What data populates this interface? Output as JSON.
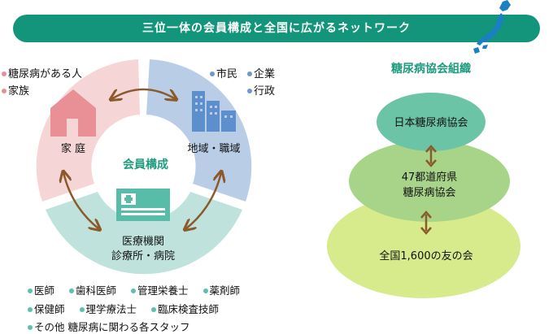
{
  "banner": {
    "title": "三位一体の会員構成と全国に広がるネットワーク"
  },
  "membership": {
    "title": "会員構成",
    "home": {
      "label": "家 庭",
      "members": [
        "糖尿病がある人",
        "家族"
      ]
    },
    "community": {
      "label": "地域・職域",
      "members": [
        "市民",
        "企業",
        "行政"
      ]
    },
    "medical": {
      "label_line1": "医療機関",
      "label_line2": "診療所・病院",
      "staff": [
        "医師",
        "歯科医師",
        "管理栄養士",
        "薬剤師",
        "保健師",
        "理学療法士",
        "臨床検査技師",
        "その他 糖尿病に関わる各スタッフ"
      ]
    }
  },
  "organization": {
    "title": "糖尿病協会組織",
    "top": "日本糖尿病協会",
    "middle_line1": "47都道府県",
    "middle_line2": "糖尿病協会",
    "bottom": "全国1,600の友の会"
  },
  "colors": {
    "banner": "#12957a",
    "home": "#f6d5d6",
    "community": "#b9cde6",
    "medical": "#bfe3dc",
    "arrow": "#8a5a2b",
    "org_top": "#6cc4a6",
    "org_middle": "#a8d48a",
    "org_bottom": "#d7ea8c"
  }
}
